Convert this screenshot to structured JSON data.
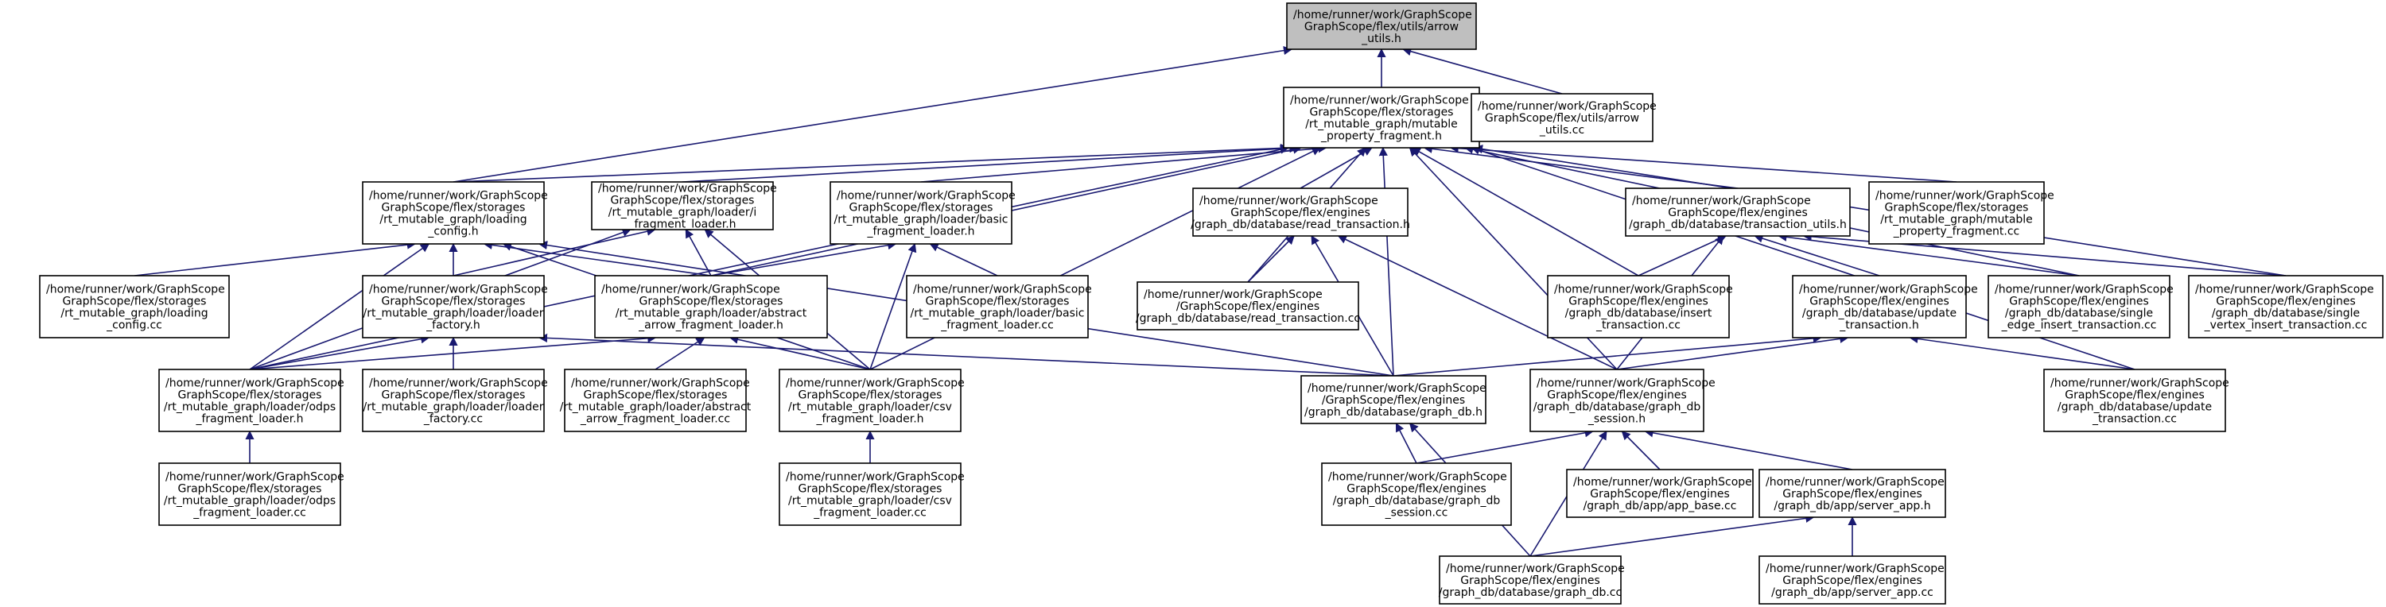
{
  "graph": {
    "nodes": [
      {
        "id": "n0",
        "root": true,
        "label": [
          "/home/runner/work/GraphScope",
          "GraphScope/flex/utils/arrow",
          "_utils.h"
        ]
      },
      {
        "id": "n1",
        "label": [
          "/home/runner/work/GraphScope",
          "GraphScope/flex/storages",
          "/rt_mutable_graph/mutable",
          "_property_fragment.h"
        ]
      },
      {
        "id": "n2",
        "label": [
          "/home/runner/work/GraphScope",
          "GraphScope/flex/utils/arrow",
          "_utils.cc"
        ]
      },
      {
        "id": "n3",
        "label": [
          "/home/runner/work/GraphScope",
          "GraphScope/flex/storages",
          "/rt_mutable_graph/loading",
          "_config.h"
        ]
      },
      {
        "id": "n4",
        "label": [
          "/home/runner/work/GraphScope",
          "GraphScope/flex/storages",
          "/rt_mutable_graph/loader/i",
          "_fragment_loader.h"
        ]
      },
      {
        "id": "n5",
        "label": [
          "/home/runner/work/GraphScope",
          "GraphScope/flex/storages",
          "/rt_mutable_graph/loader/basic",
          "_fragment_loader.h"
        ]
      },
      {
        "id": "n6",
        "label": [
          "/home/runner/work/GraphScope",
          "GraphScope/flex/engines",
          "/graph_db/database/read_transaction.h"
        ]
      },
      {
        "id": "n7",
        "label": [
          "/home/runner/work/GraphScope",
          "GraphScope/flex/engines",
          "/graph_db/database/transaction_utils.h"
        ]
      },
      {
        "id": "n8",
        "label": [
          "/home/runner/work/GraphScope",
          "GraphScope/flex/storages",
          "/rt_mutable_graph/mutable",
          "_property_fragment.cc"
        ]
      },
      {
        "id": "n9",
        "label": [
          "/home/runner/work/GraphScope",
          "GraphScope/flex/storages",
          "/rt_mutable_graph/loading",
          "_config.cc"
        ]
      },
      {
        "id": "n10",
        "label": [
          "/home/runner/work/GraphScope",
          "GraphScope/flex/storages",
          "/rt_mutable_graph/loader/loader",
          "_factory.h"
        ]
      },
      {
        "id": "n11",
        "label": [
          "/home/runner/work/GraphScope",
          "GraphScope/flex/storages",
          "/rt_mutable_graph/loader/abstract",
          "_arrow_fragment_loader.h"
        ]
      },
      {
        "id": "n12",
        "label": [
          "/home/runner/work/GraphScope",
          "GraphScope/flex/storages",
          "/rt_mutable_graph/loader/basic",
          "_fragment_loader.cc"
        ]
      },
      {
        "id": "n13",
        "label": [
          "/home/runner/work/GraphScope",
          "/GraphScope/flex/engines",
          "/graph_db/database/read_transaction.cc"
        ]
      },
      {
        "id": "n14",
        "label": [
          "/home/runner/work/GraphScope",
          "GraphScope/flex/engines",
          "/graph_db/database/insert",
          "_transaction.cc"
        ]
      },
      {
        "id": "n15",
        "label": [
          "/home/runner/work/GraphScope",
          "GraphScope/flex/engines",
          "/graph_db/database/update",
          "_transaction.h"
        ]
      },
      {
        "id": "n16",
        "label": [
          "/home/runner/work/GraphScope",
          "GraphScope/flex/engines",
          "/graph_db/database/single",
          "_edge_insert_transaction.cc"
        ]
      },
      {
        "id": "n17",
        "label": [
          "/home/runner/work/GraphScope",
          "GraphScope/flex/engines",
          "/graph_db/database/single",
          "_vertex_insert_transaction.cc"
        ]
      },
      {
        "id": "n18",
        "label": [
          "/home/runner/work/GraphScope",
          "GraphScope/flex/storages",
          "/rt_mutable_graph/loader/odps",
          "_fragment_loader.h"
        ]
      },
      {
        "id": "n19",
        "label": [
          "/home/runner/work/GraphScope",
          "GraphScope/flex/storages",
          "/rt_mutable_graph/loader/loader",
          "_factory.cc"
        ]
      },
      {
        "id": "n20",
        "label": [
          "/home/runner/work/GraphScope",
          "GraphScope/flex/storages",
          "/rt_mutable_graph/loader/abstract",
          "_arrow_fragment_loader.cc"
        ]
      },
      {
        "id": "n21",
        "label": [
          "/home/runner/work/GraphScope",
          "GraphScope/flex/storages",
          "/rt_mutable_graph/loader/csv",
          "_fragment_loader.h"
        ]
      },
      {
        "id": "n22",
        "label": [
          "/home/runner/work/GraphScope",
          "/GraphScope/flex/engines",
          "/graph_db/database/graph_db.h"
        ]
      },
      {
        "id": "n23",
        "label": [
          "/home/runner/work/GraphScope",
          "GraphScope/flex/engines",
          "/graph_db/database/graph_db",
          "_session.h"
        ]
      },
      {
        "id": "n24",
        "label": [
          "/home/runner/work/GraphScope",
          "GraphScope/flex/engines",
          "/graph_db/database/update",
          "_transaction.cc"
        ]
      },
      {
        "id": "n25",
        "label": [
          "/home/runner/work/GraphScope",
          "GraphScope/flex/storages",
          "/rt_mutable_graph/loader/odps",
          "_fragment_loader.cc"
        ]
      },
      {
        "id": "n26",
        "label": [
          "/home/runner/work/GraphScope",
          "GraphScope/flex/storages",
          "/rt_mutable_graph/loader/csv",
          "_fragment_loader.cc"
        ]
      },
      {
        "id": "n27",
        "label": [
          "/home/runner/work/GraphScope",
          "GraphScope/flex/engines",
          "/graph_db/database/graph_db",
          "_session.cc"
        ]
      },
      {
        "id": "n28",
        "label": [
          "/home/runner/work/GraphScope",
          "GraphScope/flex/engines",
          "/graph_db/app/app_base.cc"
        ]
      },
      {
        "id": "n29",
        "label": [
          "/home/runner/work/GraphScope",
          "GraphScope/flex/engines",
          "/graph_db/app/server_app.h"
        ]
      },
      {
        "id": "n30",
        "label": [
          "/home/runner/work/GraphScope",
          "GraphScope/flex/engines",
          "/graph_db/database/graph_db.cc"
        ]
      },
      {
        "id": "n31",
        "label": [
          "/home/runner/work/GraphScope",
          "GraphScope/flex/engines",
          "/graph_db/app/server_app.cc"
        ]
      }
    ],
    "edges": [
      [
        "n1",
        "n0"
      ],
      [
        "n2",
        "n0"
      ],
      [
        "n3",
        "n0"
      ],
      [
        "n3",
        "n1"
      ],
      [
        "n4",
        "n1"
      ],
      [
        "n5",
        "n1"
      ],
      [
        "n6",
        "n1"
      ],
      [
        "n7",
        "n1"
      ],
      [
        "n8",
        "n1"
      ],
      [
        "n11",
        "n1"
      ],
      [
        "n13",
        "n1"
      ],
      [
        "n14",
        "n1"
      ],
      [
        "n16",
        "n1"
      ],
      [
        "n17",
        "n1"
      ],
      [
        "n18",
        "n1"
      ],
      [
        "n21",
        "n1"
      ],
      [
        "n22",
        "n1"
      ],
      [
        "n23",
        "n1"
      ],
      [
        "n24",
        "n1"
      ],
      [
        "n9",
        "n3"
      ],
      [
        "n10",
        "n3"
      ],
      [
        "n11",
        "n3"
      ],
      [
        "n18",
        "n3"
      ],
      [
        "n21",
        "n3"
      ],
      [
        "n22",
        "n3"
      ],
      [
        "n10",
        "n4"
      ],
      [
        "n11",
        "n4"
      ],
      [
        "n18",
        "n4"
      ],
      [
        "n21",
        "n4"
      ],
      [
        "n11",
        "n5"
      ],
      [
        "n12",
        "n5"
      ],
      [
        "n21",
        "n5"
      ],
      [
        "n13",
        "n6"
      ],
      [
        "n22",
        "n6"
      ],
      [
        "n23",
        "n6"
      ],
      [
        "n14",
        "n7"
      ],
      [
        "n15",
        "n7"
      ],
      [
        "n16",
        "n7"
      ],
      [
        "n17",
        "n7"
      ],
      [
        "n23",
        "n7"
      ],
      [
        "n18",
        "n10"
      ],
      [
        "n19",
        "n10"
      ],
      [
        "n22",
        "n10"
      ],
      [
        "n18",
        "n11"
      ],
      [
        "n20",
        "n11"
      ],
      [
        "n21",
        "n11"
      ],
      [
        "n22",
        "n15"
      ],
      [
        "n23",
        "n15"
      ],
      [
        "n24",
        "n15"
      ],
      [
        "n25",
        "n18"
      ],
      [
        "n26",
        "n21"
      ],
      [
        "n27",
        "n22"
      ],
      [
        "n30",
        "n22"
      ],
      [
        "n27",
        "n23"
      ],
      [
        "n28",
        "n23"
      ],
      [
        "n29",
        "n23"
      ],
      [
        "n30",
        "n23"
      ],
      [
        "n30",
        "n29"
      ],
      [
        "n31",
        "n29"
      ]
    ]
  }
}
